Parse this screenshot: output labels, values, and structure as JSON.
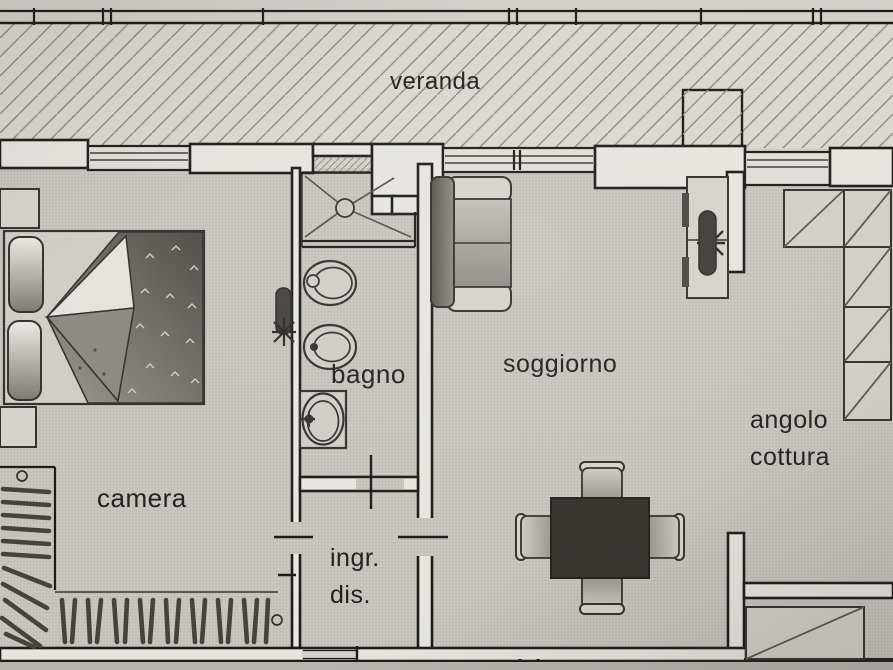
{
  "rooms": {
    "veranda": {
      "label": "veranda"
    },
    "camera": {
      "label": "camera",
      "furniture": [
        "double-bed",
        "pillows",
        "nightstands",
        "wardrobe-hanger-rail",
        "radiator"
      ]
    },
    "bagno": {
      "label": "bagno",
      "fixtures": [
        "shower",
        "toilet",
        "bidet",
        "sink"
      ]
    },
    "soggiorno": {
      "label": "soggiorno",
      "furniture": [
        "sofa",
        "desk",
        "office-chair",
        "dining-table",
        "dining-chairs"
      ]
    },
    "angolo_cottura": {
      "line1": "angolo",
      "line2": "cottura",
      "furniture": [
        "kitchen-counter-units"
      ]
    },
    "ingresso": {
      "line1": "ingr.",
      "line2": "dis."
    }
  },
  "palette": {
    "paper": "#d3d0cb",
    "strip": "#b7b4af",
    "ink": "#1c1b18",
    "wallFill": "#e7e5e0",
    "floor": "#c9c6c1",
    "hatchLine": "#8e8b83",
    "tableDark": "#34322d",
    "labelInk": "#21201d"
  }
}
